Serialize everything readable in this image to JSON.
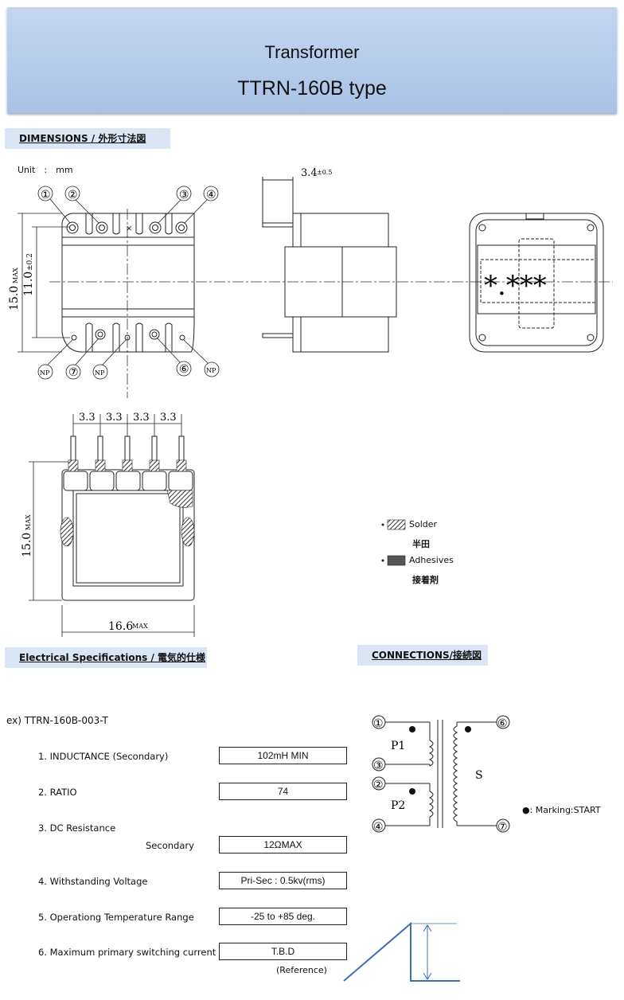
{
  "header": {
    "title": "Transformer",
    "model": "TTRN-160B type"
  },
  "sections": {
    "dimensions": "DIMENSIONS / 外形寸法図",
    "electrical": "Electrical Specifications / 電気的仕様",
    "connections": "CONNECTIONS/接続図"
  },
  "dimensions": {
    "unit": "Unit　:　mm",
    "top_width": "3.4",
    "top_width_tol": "±0.5",
    "height_max": "15.0",
    "height_max_suffix": "MAX",
    "inner_height": "11.0",
    "inner_height_tol": "±0.2",
    "pitch": "3.3",
    "height_front": "15.0",
    "height_front_suffix": "MAX",
    "width": "16.6",
    "width_suffix": "MAX",
    "pins_top": [
      "①",
      "②",
      "③",
      "④"
    ],
    "pins_bottom": [
      "NP",
      "⑦",
      "NP",
      "⑥",
      "NP"
    ],
    "marking": "*.***"
  },
  "legend": {
    "solder_en": "Solder",
    "solder_jp": "半田",
    "adhesive_en": "Adhesives",
    "adhesive_jp": "接着剤"
  },
  "specs": {
    "example": "ex) TTRN-160B-003-T",
    "items": [
      {
        "label": "1. INDUCTANCE (Secondary)",
        "value": "102mH MIN"
      },
      {
        "label": "2. RATIO",
        "value": "74"
      },
      {
        "label": "3. DC Resistance",
        "sublabel": "Secondary",
        "value": "12ΩMAX"
      },
      {
        "label": "4. Withstanding Voltage",
        "value": "Pri-Sec : 0.5kv(rms)"
      },
      {
        "label": "5. Operationg Temperature Range",
        "value": "-25 to +85 deg."
      },
      {
        "label": "6. Maximum primary switching current",
        "value": "T.B.D"
      }
    ],
    "reference": "(Reference)"
  },
  "connections": {
    "pins": [
      "①",
      "③",
      "②",
      "④",
      "⑥",
      "⑦"
    ],
    "p1": "P1",
    "p2": "P2",
    "s": "S",
    "marking_note": "●: Marking:START"
  }
}
